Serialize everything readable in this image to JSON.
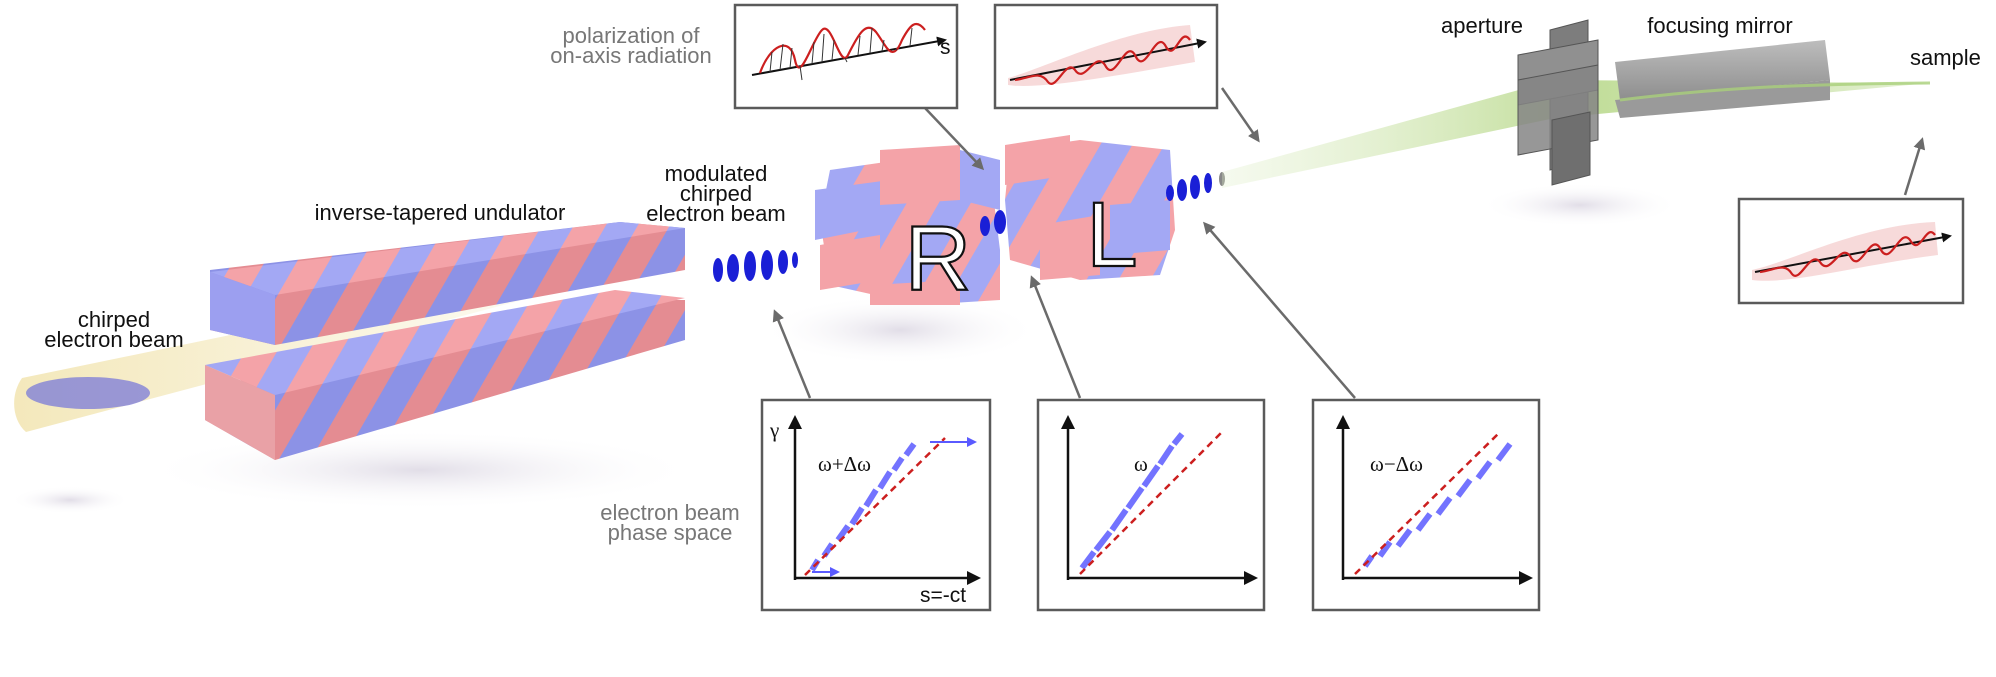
{
  "labels": {
    "polarization": [
      "polarization of",
      "on-axis radiation"
    ],
    "aperture": "aperture",
    "focusing_mirror": "focusing mirror",
    "sample": "sample",
    "modulated": [
      "modulated",
      "chirped",
      "electron beam"
    ],
    "undulator": "inverse-tapered undulator",
    "chirped": [
      "chirped",
      "electron beam"
    ],
    "phase_space": [
      "electron beam",
      "phase space"
    ]
  },
  "insets": {
    "s_label": "s",
    "gamma_label": "γ",
    "xaxis_label": "s=-ct",
    "freq_labels": [
      "ω+Δω",
      "ω",
      "ω−Δω"
    ]
  },
  "magnet_letters": [
    "R",
    "L"
  ],
  "colors": {
    "magnet_red": "#f4a3a8",
    "magnet_blue": "#a3a8f4",
    "beam_blue": "#1a1fd6",
    "wave_red": "#cc1f1f",
    "radiation_green": "#b9d98c",
    "arrow_grey": "#6b6b6b"
  }
}
